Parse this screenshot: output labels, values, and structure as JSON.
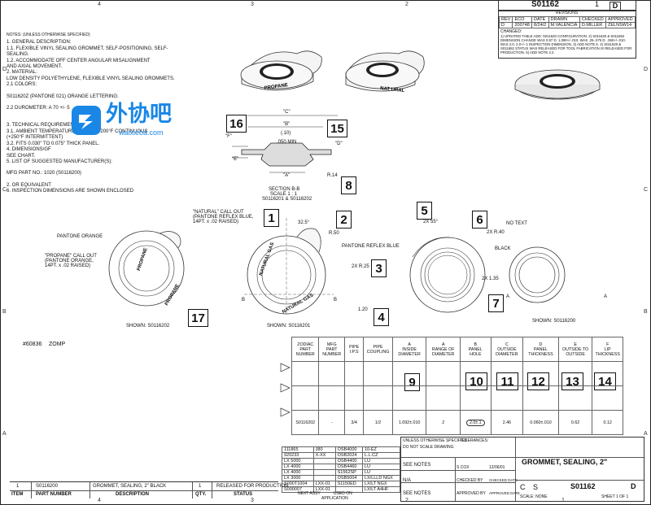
{
  "drawing": {
    "number": "S01162",
    "sheet_top": "1",
    "size_letter": "D",
    "rev_letter": "D",
    "revisions_title": "REVISIONS",
    "rev_headers": [
      "REV",
      "ECO",
      "DATE",
      "DRAWN",
      "CHECKED",
      "APPROVED"
    ],
    "rev_row": [
      "D",
      "200748",
      "8/24/2",
      "M.VALENCIA",
      "D.MILLER",
      "ZELNSW14"
    ],
    "rev_desc_label": "CHANGED:",
    "rev_desc": [
      "1) UPDATED TABLE ADD: S011620 CONFIGURATION. 2) S011620 & S011652",
      "DIMENSION CHANGE WAS 0.97 D. 1.090+/-.010. WAS .25-.075 D. .060+/-.010.",
      "WAS 2.0. 2.0+/-.1 INSPECTION DIMENSION. 3) ADD NOTE 6. 4) S011620 &",
      "S011652 STATUS WAS RELEASED FOR TOOL FABRICATION IS RELEASED FOR",
      "PRODUCTION. 5) ADD NOTE 2.2."
    ]
  },
  "notes": {
    "header": "NOTES: (UNLESS OTHERWISE SPECIFIED)",
    "lines": [
      "1.  GENERAL DESCRIPTION:",
      "     1.1.  FLEXIBLE VINYL SEALING GROMMET, SELF-POSITIONING, SELF-",
      "     SEALING.",
      "     1.2.  ACCOMMODATE OFF CENTER ANGULAR MISALIGNMENT",
      "     AND AXIAL MOVEMENT.",
      "2.  MATERIAL:",
      "     LOW DENSITY POLYETHYLENE, FLEXIBLE VINYL SEALING GROMMETS.",
      "     2.1 COLORS:",
      "",
      "          S011620Z (PANTONE 021) ORANGE LETTERING:",
      "",
      "     2.2 DUROMETER: A 70 +/- 5",
      "",
      "",
      "3.  TECHNICAL REQUIREMENTS:",
      "     3.1.  AMBIENT TEMPERATURE: 40°F TO +200°F CONTINUOUS",
      "     (+250°F INTERMITTENT)",
      "     3.2.  FITS 0.030\" TO 0.075\" THICK PANEL.",
      "4.  DIMENSIONS/GF",
      "     SEE CHART.",
      "5.  LIST OF SUGGESTED MANUFACTURER(S):",
      "",
      "          MFG PART NO.: 1020 (S0116200)",
      "",
      "     2.  OR EQUIVALENT",
      "6.  INSPECTION DIMENSIONS ARE SHOWN ENCLOSED"
    ]
  },
  "watermark": {
    "text": "外协吧",
    "sub": "waixieba.com"
  },
  "callouts": [
    "1",
    "2",
    "3",
    "4",
    "5",
    "6",
    "7",
    "8",
    "9",
    "10",
    "11",
    "12",
    "13",
    "14",
    "15",
    "16",
    "17"
  ],
  "section": {
    "title": "SECTION B-B",
    "scale": "SCALE 1 : 1",
    "parts": "S0116201 & S0116202",
    "dim_c": "\"C\"",
    "dim_b": "\"B\"",
    "dim_10": "(.10)",
    "dim_050": ".050 MIN",
    "dim_a": "\"A\"",
    "dim_d": "\"D\"",
    "dim_e": "\"E\"",
    "dim_f": "\"F\"",
    "dim_r14": "R.14"
  },
  "left_view": {
    "pantone_orange": "PANTONE ORANGE",
    "propane_callout": [
      "\"PROPANE\" CALL OUT",
      "(PANTONE ORANGE,",
      "14PT. x .02 RAISED)"
    ],
    "shown": "SHOWN: S0116202",
    "text_propane": "PROPANE"
  },
  "mid_view": {
    "natural_callout": [
      "\"NATURAL\" CALL OUT",
      "(PANTONE REFLEX BLUE,",
      "14PT. x .02 RAISED)"
    ],
    "angle": "32.5°",
    "r50": "R.50",
    "reflex": "PANTONE REFLEX BLUE",
    "r25": "2X R.25",
    "b": "B",
    "dim120": "1.20",
    "shown": "SHOWN: S0116201",
    "text_natural": "NATURAL GAS"
  },
  "right_view": {
    "angle55": "2X 55°",
    "r40": "2X R.40",
    "r135": "2X 1.35",
    "a": "A",
    "black": "BLACK",
    "no_text": "NO TEXT",
    "shown": "SHOWN: S0116200"
  },
  "part_id": {
    "label": "#60836",
    "name": "ZOMP"
  },
  "chart": {
    "headers": [
      [
        "ZODIAC",
        "PART",
        "NUMBER"
      ],
      [
        "MFG",
        "PART",
        "NUMBER"
      ],
      [
        "PIPE",
        "I.P.S"
      ],
      [
        "PIPE",
        "COUPLING"
      ],
      [
        "A",
        "INSIDE",
        "DIAMETER"
      ],
      [
        "A",
        "RANGE OF",
        "DIAMETER"
      ],
      [
        "B",
        "PANEL",
        "HOLE"
      ],
      [
        "C",
        "OUTSIDE",
        "DIAMETER"
      ],
      [
        "D",
        "PANEL",
        "THICKNESS"
      ],
      [
        "E",
        "OUTSIDE TO",
        "OUTSIDE"
      ],
      [
        "F",
        "LIP",
        "THICKNESS"
      ]
    ],
    "row": [
      "S0116202",
      "-",
      "3/4",
      "1/2",
      "1.092±.010",
      "2",
      "2.0±.1",
      "2.46",
      "0.060±.010",
      "0.62",
      "0.12"
    ]
  },
  "bom": {
    "item": "1",
    "part": "S0116200",
    "desc": "GROMMET, SEALING, 2\" BLACK",
    "qty": "1",
    "status": "RELEASED FOR PRODUCTION",
    "headers": [
      "ITEM",
      "PART NUMBER",
      "DESCRIPTION",
      "QTY.",
      "STATUS"
    ]
  },
  "title_block": {
    "tolerance": "TOLERANCES:",
    "title": "GROMMET, SEALING, 2\"",
    "size": "C",
    "size_label": "S",
    "number": "S01162",
    "rev": "D",
    "scale": "SCALE: NONE",
    "sheet": "SHEET 1 OF 1",
    "see_notes": "SEE NOTES",
    "na": "N/A",
    "drawn_by": "S COX",
    "drawn_date": "12/06/01",
    "checked": "CHECKED BY",
    "checked_date": "CHECKED DATE",
    "approved": "APPROVED BY",
    "approved_date": "APPROVED DATE",
    "next_assy": "NEXT ASSY",
    "used_on": "USED ON",
    "application": "APPLICATION",
    "unless": "UNLESS OTHERWISE SPECIFIED",
    "scale_note": "DO NOT SCALE DRAWING",
    "models": [
      [
        "111865",
        "J80",
        "OSB4000",
        "10-EZ"
      ],
      [
        "920233",
        "X-XX",
        "OSB2024",
        "L.L.CZ"
      ],
      [
        "LX 5000",
        "",
        "OSB4400",
        "LU"
      ],
      [
        "LX 4000",
        "",
        "OSB4460",
        "LU"
      ],
      [
        "LX 4000",
        "",
        "S1562SP",
        "LU"
      ],
      [
        "LX 3000",
        "",
        "OSB5004",
        "LX/LLLD NGX"
      ],
      [
        "S000T1004",
        "LXX-01",
        "S1150ED",
        "LX/LT NGX"
      ],
      [
        "S000007",
        "LXX-01",
        "",
        "LX/LT A4HF"
      ]
    ]
  },
  "zones": {
    "top": [
      "4",
      "3",
      "2",
      "1"
    ],
    "side": [
      "D",
      "C",
      "B",
      "A"
    ]
  }
}
